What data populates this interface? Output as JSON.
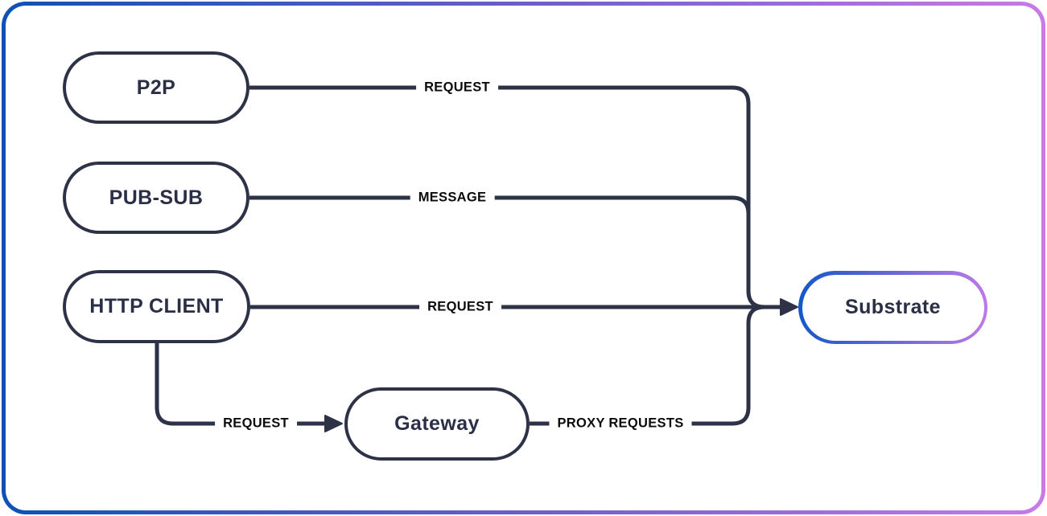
{
  "diagram": {
    "type": "flowchart",
    "colors": {
      "background": "#ffffff",
      "line": "#2e3247",
      "node_border": "#2e3247",
      "node_text": "#2b2f45",
      "label_text": "#0b0b0e",
      "frame_blue": "#0e52b6",
      "frame_violet": "#6f5fca",
      "frame_purple": "#c87ae8",
      "substrate_blue": "#1458c8",
      "substrate_purple": "#bd79e8"
    },
    "nodes": [
      {
        "id": "p2p",
        "label": "P2P"
      },
      {
        "id": "pub-sub",
        "label": "PUB-SUB"
      },
      {
        "id": "http-client",
        "label": "HTTP CLIENT"
      },
      {
        "id": "gateway",
        "label": "Gateway"
      },
      {
        "id": "substrate",
        "label": "Substrate"
      }
    ],
    "edges": [
      {
        "from": "P2P",
        "to": "Substrate",
        "label": "REQUEST"
      },
      {
        "from": "PUB-SUB",
        "to": "Substrate",
        "label": "MESSAGE"
      },
      {
        "from": "HTTP CLIENT",
        "to": "Substrate",
        "label": "REQUEST"
      },
      {
        "from": "HTTP CLIENT",
        "to": "Gateway",
        "label": "REQUEST"
      },
      {
        "from": "Gateway",
        "to": "Substrate",
        "label": "PROXY REQUESTS"
      }
    ]
  }
}
